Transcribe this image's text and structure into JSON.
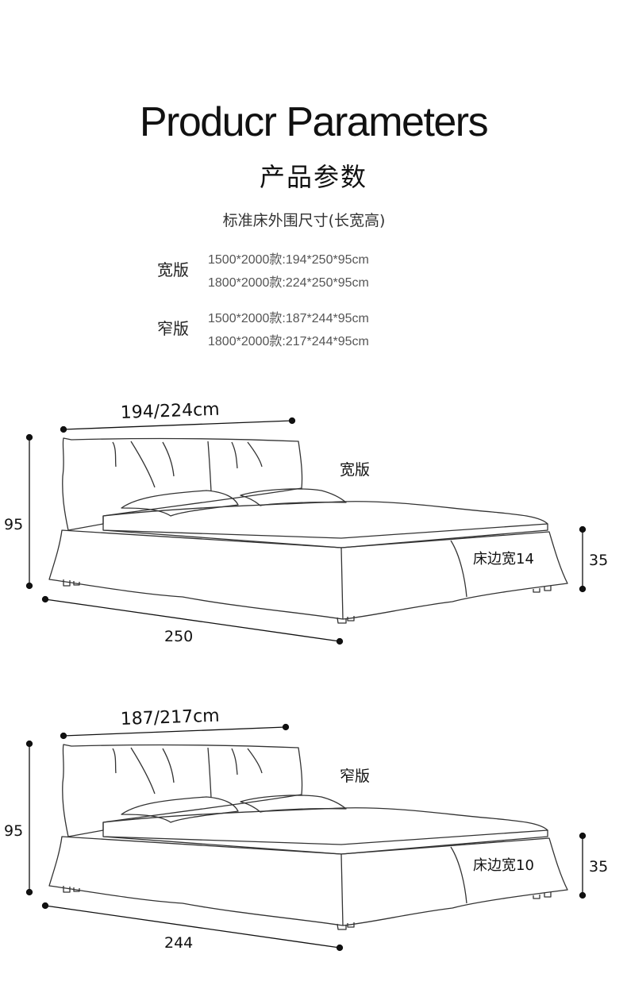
{
  "header": {
    "title": "Producr Parameters",
    "subtitle": "产品参数"
  },
  "specs": {
    "heading": "标准床外围尺寸(长宽高)",
    "groups": [
      {
        "label": "宽版",
        "lines": [
          "1500*2000款:194*250*95cm",
          "1800*2000款:224*250*95cm"
        ]
      },
      {
        "label": "窄版",
        "lines": [
          "1500*2000款:187*244*95cm",
          "1800*2000款:217*244*95cm"
        ]
      }
    ]
  },
  "diagrams": [
    {
      "version": "宽版",
      "width_dim": "194/224cm",
      "height_dim": "95",
      "length_dim": "250",
      "base_height_dim": "35",
      "side_width": "床边宽14"
    },
    {
      "version": "窄版",
      "width_dim": "187/217cm",
      "height_dim": "95",
      "length_dim": "244",
      "base_height_dim": "35",
      "side_width": "床边宽10"
    }
  ]
}
